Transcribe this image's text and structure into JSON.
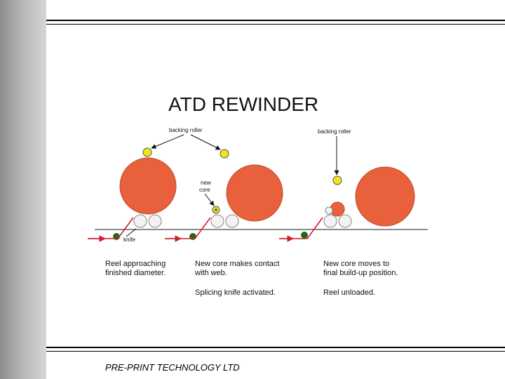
{
  "title": "ATD REWINDER",
  "labels": {
    "backing_roller_1": "backing roller",
    "backing_roller_2": "backing roller",
    "new_core_line1": "new",
    "new_core_line2": "core",
    "knife": "knife"
  },
  "stages": [
    {
      "caption_line1": "Reel approaching",
      "caption_line2": "finished diameter."
    },
    {
      "caption_line1": "New core makes contact",
      "caption_line2": "with web.",
      "note": "Splicing knife activated."
    },
    {
      "caption_line1": "New core moves to",
      "caption_line2": "final build-up position.",
      "note": "Reel unloaded."
    }
  ],
  "footer": "PRE-PRINT TECHNOLOGY LTD",
  "colors": {
    "reel": "#e8603c",
    "roller": "#f2e318",
    "web": "#cc1e2e",
    "core_dot": "#1f6a1a"
  }
}
